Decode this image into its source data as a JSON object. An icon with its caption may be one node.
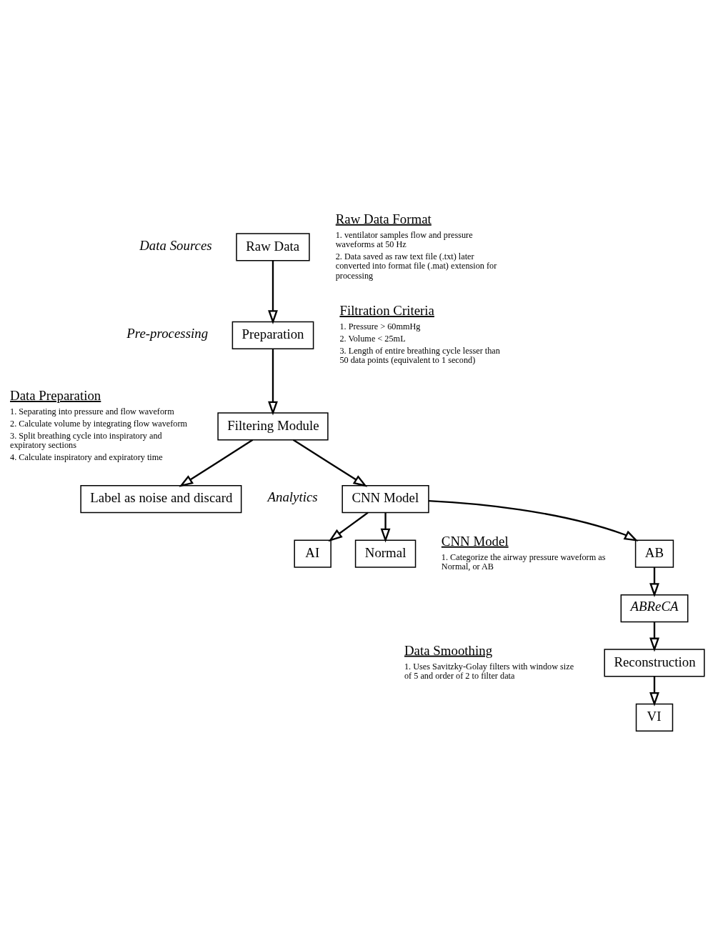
{
  "diagram": {
    "nodes": [
      {
        "text": [
          "Raw Data"
        ]
      },
      {
        "text": [
          "Preparation"
        ]
      },
      {
        "text": [
          "Filtering Module"
        ]
      },
      {
        "text": [
          "Label as noise and discard"
        ]
      },
      {
        "text": [
          "CNN Model"
        ]
      },
      {
        "text": [
          "AI"
        ]
      },
      {
        "text": [
          "Normal"
        ]
      },
      {
        "text": [
          "AB"
        ]
      },
      {
        "text": [
          "ABReCA"
        ]
      },
      {
        "text": [
          "Reconstruction"
        ]
      },
      {
        "text": [
          "VI"
        ]
      }
    ],
    "edges": [
      {
        "from": 0,
        "to": 1,
        "arrow": "to"
      },
      {
        "from": 1,
        "to": 2,
        "arrow": "to"
      },
      {
        "from": 2,
        "to": 3,
        "arrow": "to"
      },
      {
        "from": 2,
        "to": 4,
        "arrow": "to"
      },
      {
        "from": 4,
        "to": 5,
        "arrow": "to"
      },
      {
        "from": 4,
        "to": 6,
        "arrow": "to"
      },
      {
        "from": 4,
        "to": 7,
        "arrow": "to"
      },
      {
        "from": 7,
        "to": 8,
        "arrow": "to"
      },
      {
        "from": 8,
        "to": 9,
        "arrow": "to"
      },
      {
        "from": 9,
        "to": 10,
        "arrow": "to"
      }
    ],
    "labels": [
      "Data Sources",
      "Raw Data Format",
      "1. ventilator samples flow and pressure waveforms at 50 Hz",
      "2. Data saved as raw text file (.txt) later converted into format file (.mat) extension for processing",
      "Pre-processing",
      "Data Preparation",
      "1. Separating into pressure and flow waveform",
      "2. Calculate volume by integrating flow waveform",
      "3. Split breathing cycle into inspiratory and expiratory sections",
      "4. Calculate inspiratory and expiratory time",
      "Filtration Criteria",
      "1. Pressure > 60mmHg",
      "2. Volume < 25mL",
      "3. Length of entire breathing cycle lesser than 50 data points (equivalent to 1 second)",
      "Analytics",
      "CNN Model",
      "1. Categorize the airway pressure waveform as Normal, or AB",
      "Data Smoothing",
      "1. Uses Savitzky-Golay filters with window size of 5 and order of 2 to filter data"
    ]
  }
}
